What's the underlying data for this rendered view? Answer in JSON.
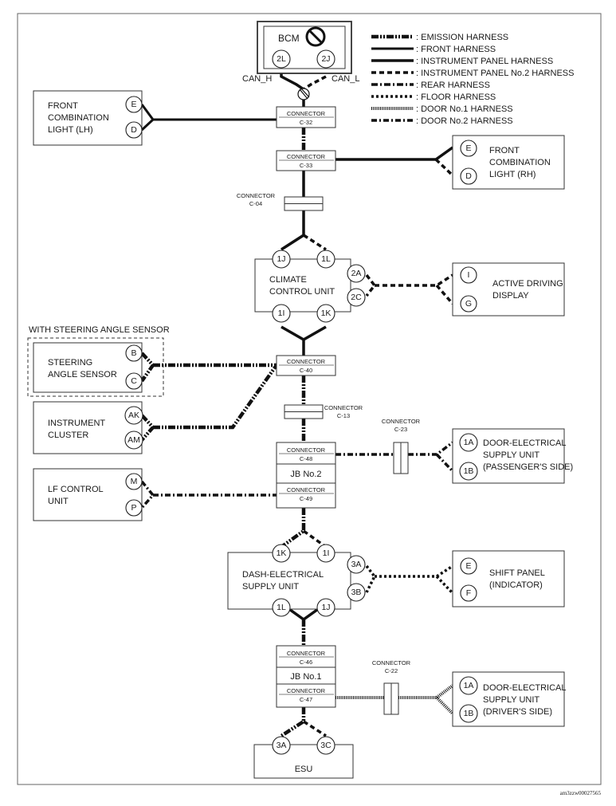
{
  "legend": [
    {
      "label": ": EMISSION HARNESS",
      "style": "emission"
    },
    {
      "label": ": FRONT HARNESS",
      "style": "front"
    },
    {
      "label": ": INSTRUMENT PANEL HARNESS",
      "style": "instrument"
    },
    {
      "label": ": INSTRUMENT PANEL No.2 HARNESS",
      "style": "instrument2"
    },
    {
      "label": ": REAR HARNESS",
      "style": "rear"
    },
    {
      "label": ": FLOOR HARNESS",
      "style": "floor"
    },
    {
      "label": ": DOOR No.1 HARNESS",
      "style": "door1"
    },
    {
      "label": ": DOOR No.2 HARNESS",
      "style": "door2"
    }
  ],
  "bcm": {
    "title": "BCM",
    "pin_left": "2L",
    "pin_right": "2J",
    "can_h": "CAN_H",
    "can_l": "CAN_L"
  },
  "front_light_lh": {
    "line1": "FRONT",
    "line2": "COMBINATION",
    "line3": "LIGHT (LH)",
    "pin_top": "E",
    "pin_bottom": "D"
  },
  "front_light_rh": {
    "line1": "FRONT",
    "line2": "COMBINATION",
    "line3": "LIGHT (RH)",
    "pin_top": "E",
    "pin_bottom": "D"
  },
  "connectors": {
    "c32": {
      "line1": "CONNECTOR",
      "line2": "C-32"
    },
    "c33": {
      "line1": "CONNECTOR",
      "line2": "C-33"
    },
    "c04": {
      "line1": "CONNECTOR",
      "line2": "C-04"
    },
    "c40": {
      "line1": "CONNECTOR",
      "line2": "C-40"
    },
    "c13": {
      "line1": "CONNECTOR",
      "line2": "C-13"
    },
    "c23": {
      "line1": "CONNECTOR",
      "line2": "C-23"
    },
    "c48": {
      "line1": "CONNECTOR",
      "line2": "C-48"
    },
    "c49": {
      "line1": "CONNECTOR",
      "line2": "C-49"
    },
    "c46": {
      "line1": "CONNECTOR",
      "line2": "C-46"
    },
    "c47": {
      "line1": "CONNECTOR",
      "line2": "C-47"
    },
    "c22": {
      "line1": "CONNECTOR",
      "line2": "C-22"
    }
  },
  "climate": {
    "line1": "CLIMATE",
    "line2": "CONTROL UNIT",
    "pin_1j": "1J",
    "pin_1l": "1L",
    "pin_2a": "2A",
    "pin_2c": "2C",
    "pin_1i": "1I",
    "pin_1k": "1K"
  },
  "active_display": {
    "line1": "ACTIVE DRIVING",
    "line2": "DISPLAY",
    "pin_top": "I",
    "pin_bottom": "G"
  },
  "steering_option": {
    "label": "WITH STEERING ANGLE SENSOR"
  },
  "steering": {
    "line1": "STEERING",
    "line2": "ANGLE SENSOR",
    "pin_top": "B",
    "pin_bottom": "C"
  },
  "cluster": {
    "line1": "INSTRUMENT",
    "line2": "CLUSTER",
    "pin_top": "AK",
    "pin_bottom": "AM"
  },
  "lf_unit": {
    "line1": "LF CONTROL",
    "line2": "UNIT",
    "pin_top": "M",
    "pin_bottom": "P"
  },
  "jb2": {
    "label": "JB No.2"
  },
  "jb1": {
    "label": "JB No.1"
  },
  "door_pass": {
    "line1": "DOOR-ELECTRICAL",
    "line2": "SUPPLY UNIT",
    "line3": "(PASSENGER'S SIDE)",
    "pin_top": "1A",
    "pin_bottom": "1B"
  },
  "dash": {
    "line1": "DASH-ELECTRICAL",
    "line2": "SUPPLY UNIT",
    "pin_1k": "1K",
    "pin_1i": "1I",
    "pin_3a": "3A",
    "pin_3b": "3B",
    "pin_1l": "1L",
    "pin_1j": "1J"
  },
  "shift": {
    "line1": "SHIFT PANEL",
    "line2": "(INDICATOR)",
    "pin_top": "E",
    "pin_bottom": "F"
  },
  "door_drv": {
    "line1": "DOOR-ELECTRICAL",
    "line2": "SUPPLY UNIT",
    "line3": "(DRIVER'S SIDE)",
    "pin_top": "1A",
    "pin_bottom": "1B"
  },
  "esu": {
    "title": "ESU",
    "pin_3a": "3A",
    "pin_3c": "3C"
  },
  "figure_id": "am3zzw00027565"
}
